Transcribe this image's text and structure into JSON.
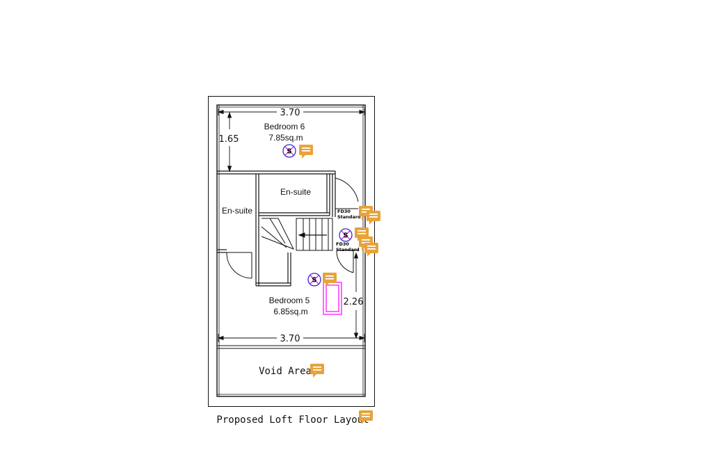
{
  "plan": {
    "title": "Proposed Loft Floor Layout",
    "rooms": {
      "bedroom6": {
        "name": "Bedroom 6",
        "area": "7.85sq.m"
      },
      "bedroom5": {
        "name": "Bedroom 5",
        "area": "6.85sq.m"
      },
      "ensuite_left": {
        "name": "En-suite"
      },
      "ensuite_top": {
        "name": "En-suite"
      },
      "void": {
        "name": "Void Area"
      }
    },
    "dimensions": {
      "top_width": "3.70",
      "bottom_width": "3.70",
      "bedroom6_depth": "1.65",
      "bedroom5_depth": "2.26"
    },
    "doors": {
      "fd30_upper": {
        "line1": "FD30",
        "line2": "Standard"
      },
      "fd30_lower": {
        "line1": "FD30",
        "line2": "Standard"
      }
    },
    "smoke_detector_letter": "S"
  },
  "colors": {
    "comment_icon": "#e8a33a",
    "smoke_circle": "#2a2ad8",
    "smoke_cross": "#d81ad8",
    "skylight": "#ff33ff",
    "wall": "#111111"
  },
  "icons": {
    "comment": "comment-icon",
    "smoke_detector": "smoke-detector-icon"
  }
}
